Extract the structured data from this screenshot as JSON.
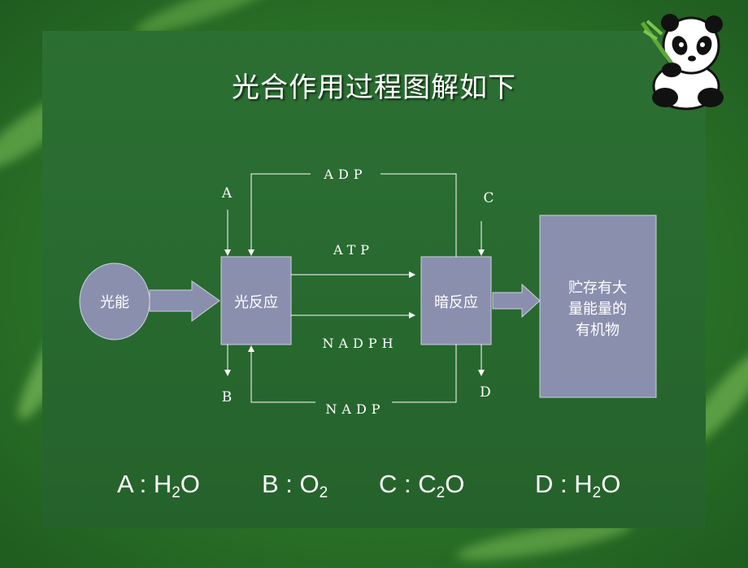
{
  "title": "光合作用过程图解如下",
  "nodes": {
    "light_energy": "光能",
    "light_reaction": "光反应",
    "dark_reaction": "暗反应",
    "organic_matter": [
      "贮存有大",
      "量能量的",
      "有机物"
    ]
  },
  "flows": {
    "adp": "ADP",
    "atp": "ATP",
    "nadph": "NADPH",
    "nadp": "NADP"
  },
  "markers": {
    "a": "A",
    "b": "B",
    "c": "C",
    "d": "D"
  },
  "answers": [
    {
      "letter": "A",
      "sep": " : ",
      "pre": "H",
      "sub": "2",
      "post": "O"
    },
    {
      "letter": "B",
      "sep": " : ",
      "pre": "O",
      "sub": "2",
      "post": ""
    },
    {
      "letter": "C",
      "sep": " : ",
      "pre": "C",
      "sub": "2",
      "post": "O"
    },
    {
      "letter": "D",
      "sep": " : ",
      "pre": "H",
      "sub": "2",
      "post": "O"
    }
  ],
  "colors": {
    "box_fill": "#8a8fae",
    "box_stroke": "#cfd2e0",
    "arrow": "#ffffff",
    "text": "#ffffff"
  }
}
